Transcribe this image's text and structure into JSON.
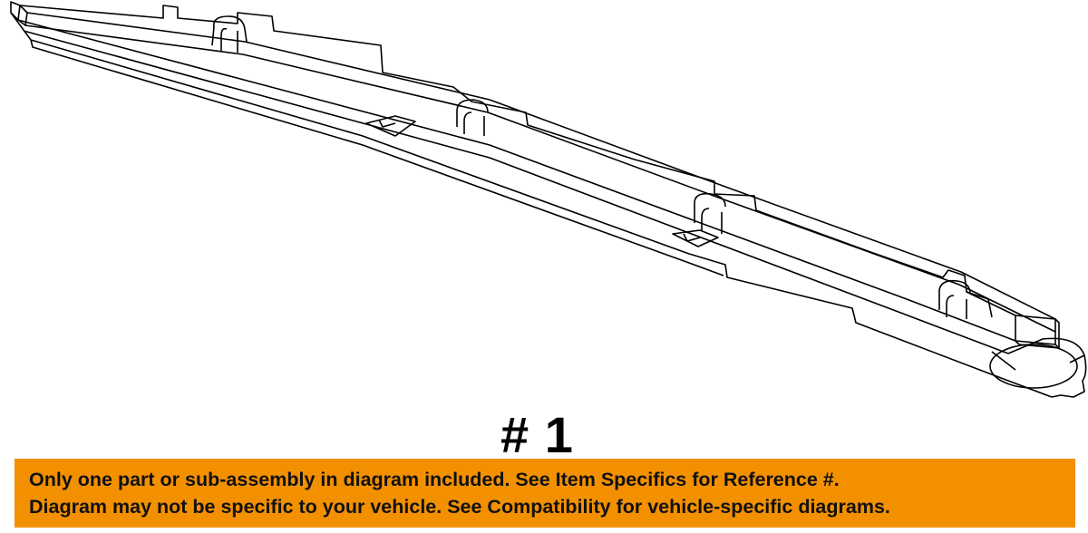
{
  "part_label": "# 1",
  "notice": {
    "line1": "Only one part or sub-assembly in diagram included. See Item Specifics for Reference #.",
    "line2": "Diagram may not be specific to your vehicle. See Compatibility for vehicle-specific diagrams."
  },
  "colors": {
    "banner": "#f39000",
    "line_art": "#000000",
    "background": "#ffffff"
  }
}
